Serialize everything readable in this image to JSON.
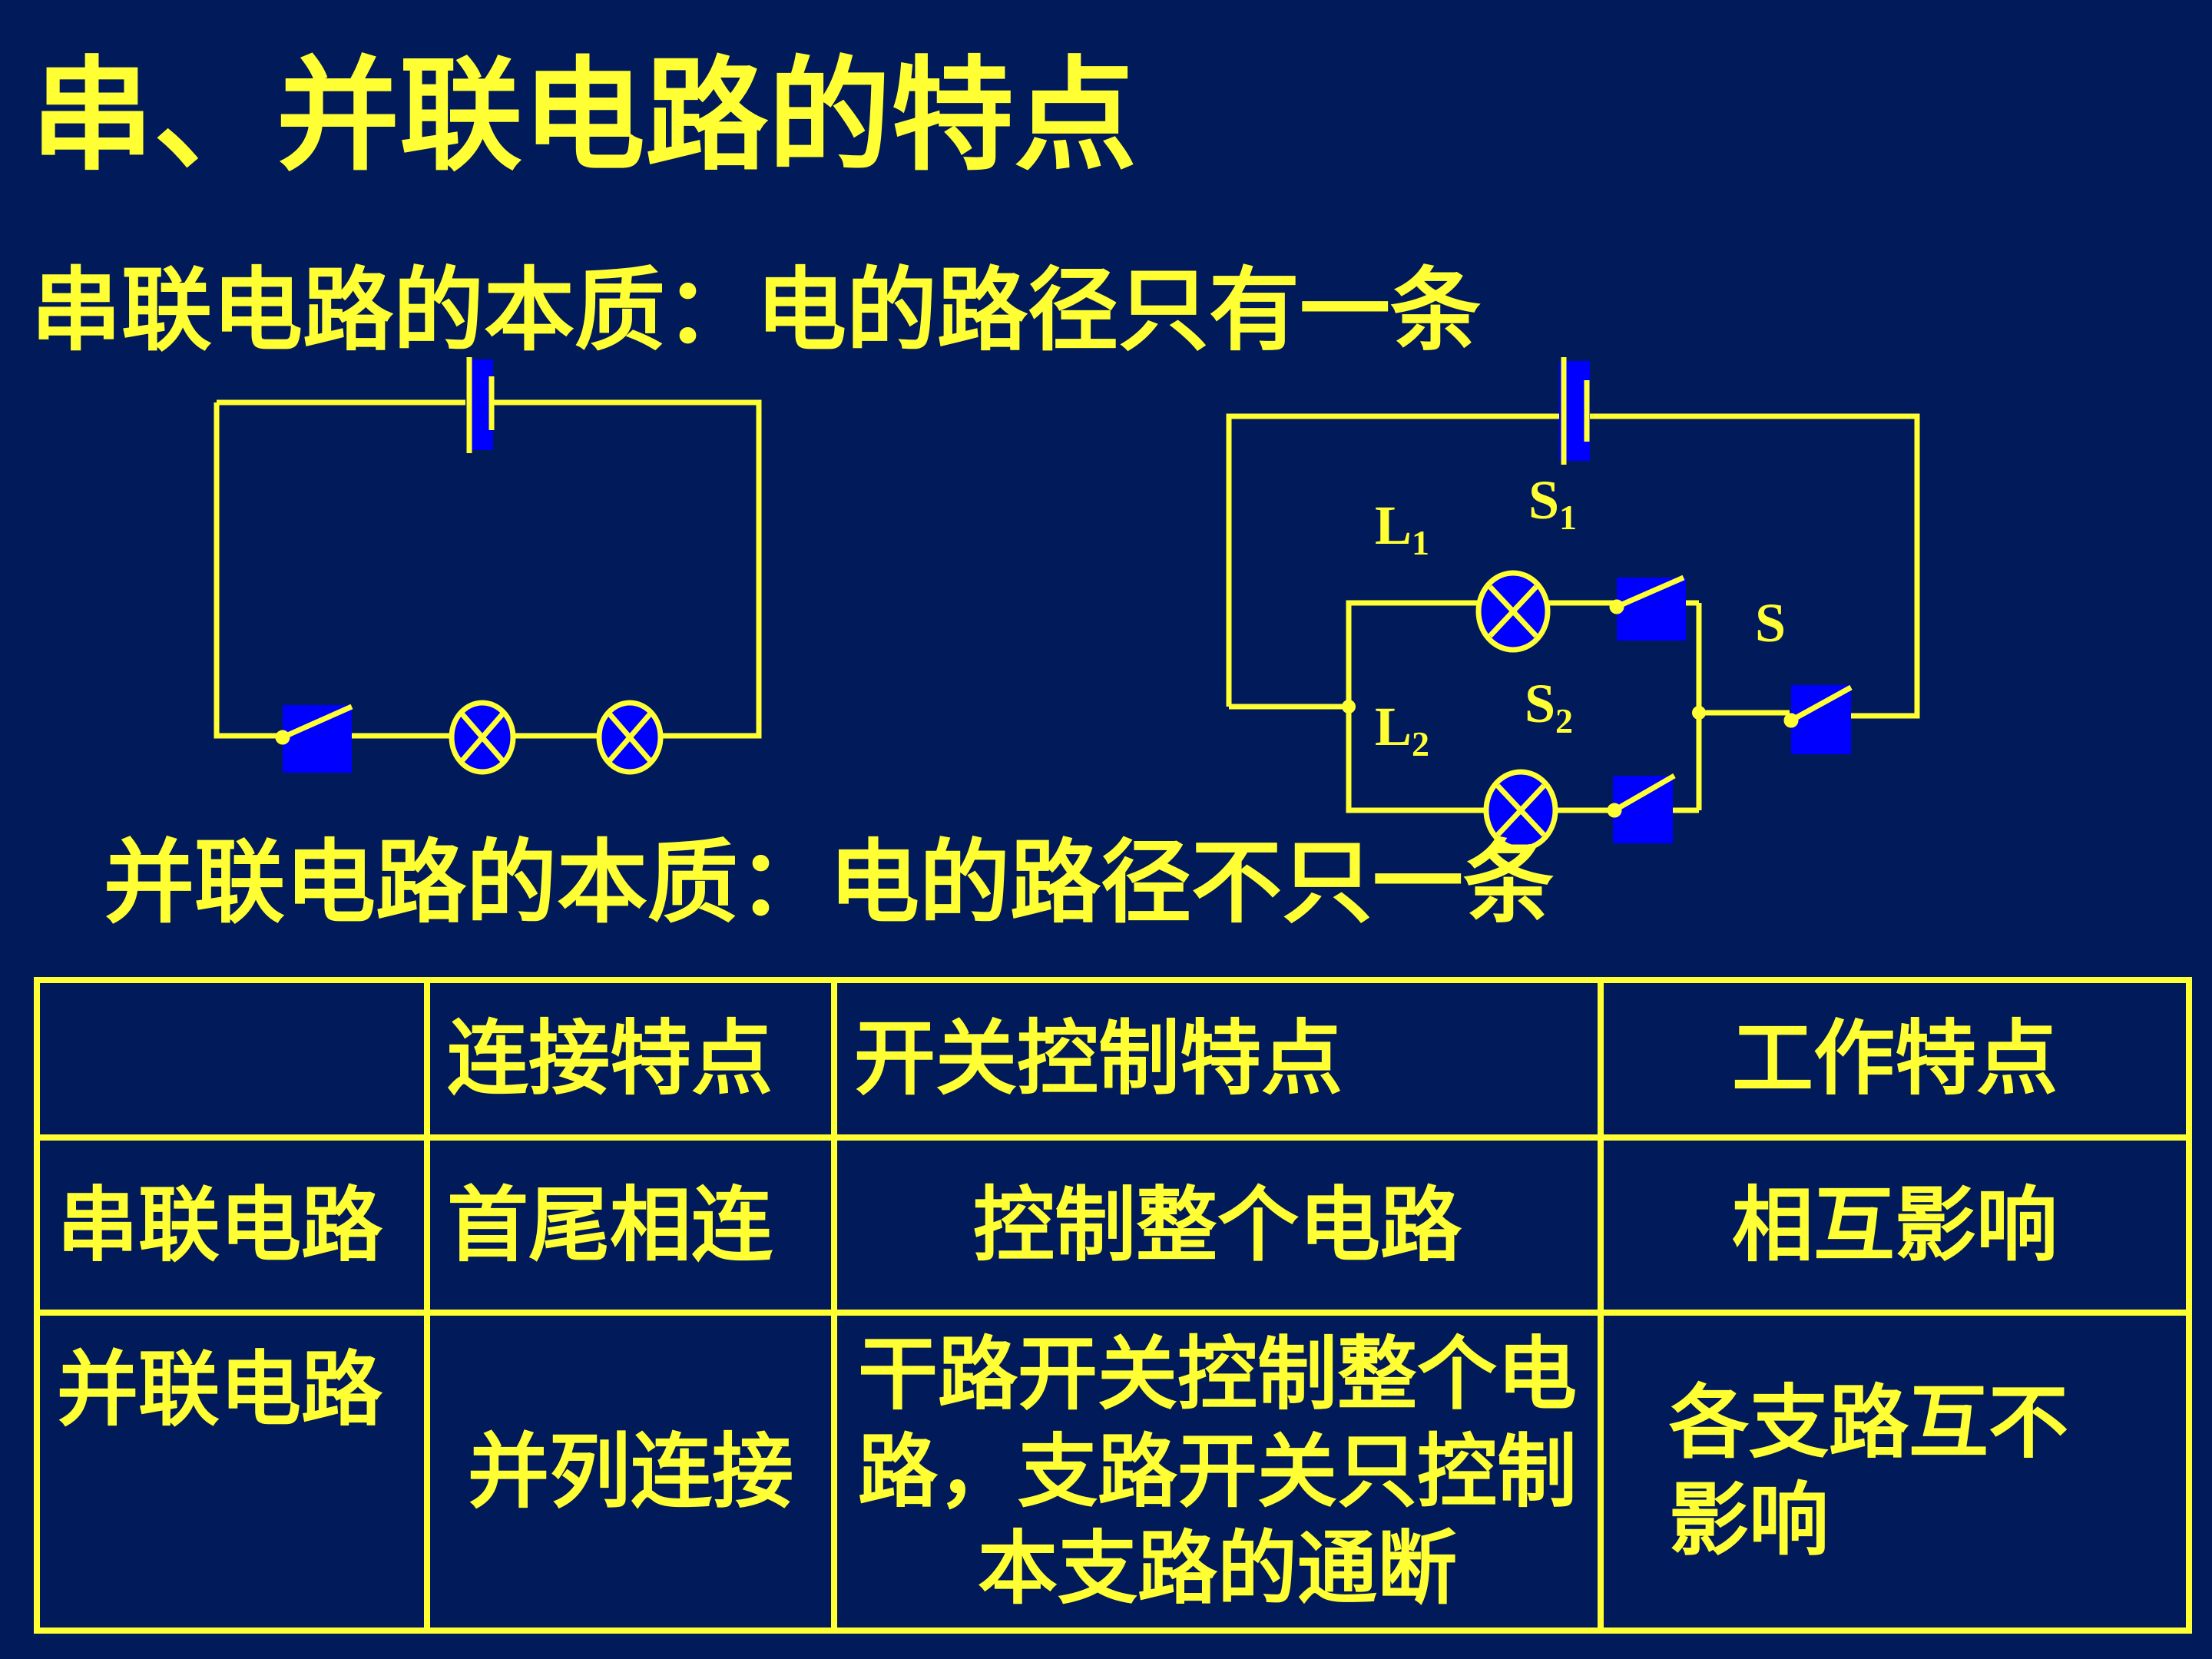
{
  "title": "串、并联电路的特点",
  "series_essence": "串联电路的本质：电的路径只有一条",
  "parallel_essence": "并联电路的本质：电的路径不只一条",
  "diagram_labels": {
    "L1": "L",
    "L1_sub": "1",
    "S1": "S",
    "S1_sub": "1",
    "L2": "L",
    "L2_sub": "2",
    "S2": "S",
    "S2_sub": "2",
    "S": "S"
  },
  "table": {
    "headers": [
      "",
      "连接特点",
      "开关控制特点",
      "工作特点"
    ],
    "rows": [
      {
        "name": "串联电路",
        "connection": "首尾相连",
        "switch": "控制整个电路",
        "work": "相互影响"
      },
      {
        "name": "并联电路",
        "connection": "并列连接",
        "switch": "干路开关控制整个电路，支路开关只控制本支路的通断",
        "work": "各支路互不影响"
      }
    ]
  },
  "colors": {
    "background": "#001a5a",
    "text": "#ffff33",
    "component_fill": "#0000ff"
  }
}
